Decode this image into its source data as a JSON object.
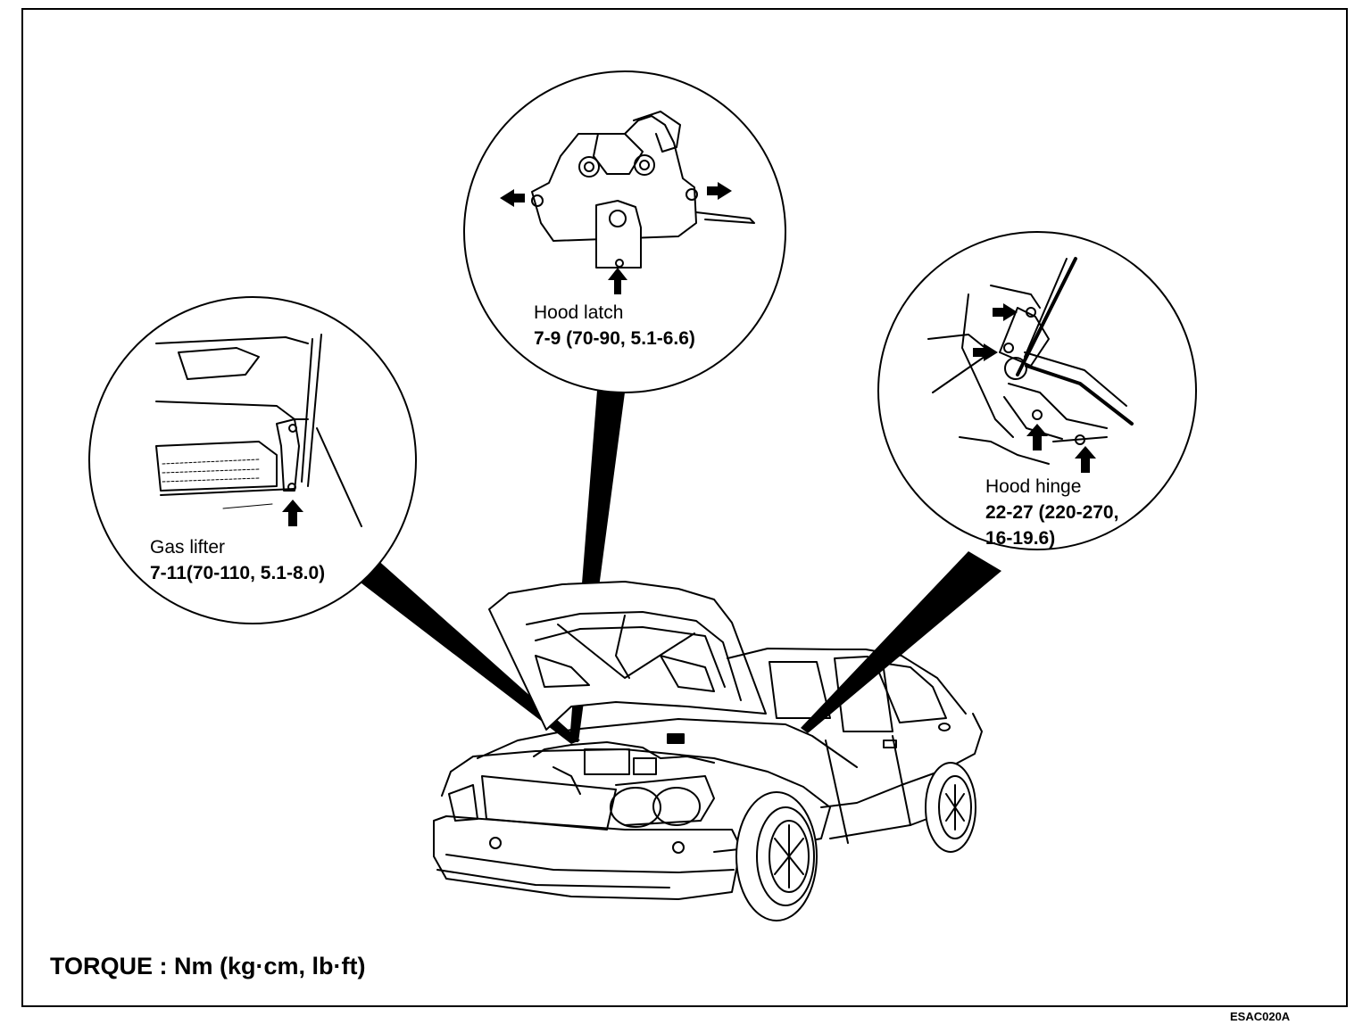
{
  "callouts": {
    "hood_latch": {
      "name": "Hood latch",
      "torque": "7-9 (70-90, 5.1-6.6)"
    },
    "gas_lifter": {
      "name": "Gas lifter",
      "torque": "7-11(70-110, 5.1-8.0)"
    },
    "hood_hinge": {
      "name": "Hood hinge",
      "torque_line1": "22-27 (220-270,",
      "torque_line2": "16-19.6)"
    }
  },
  "legend": {
    "torque_units": "TORQUE : Nm (kg·cm, lb·ft)"
  },
  "figure_code": "ESAC020A"
}
